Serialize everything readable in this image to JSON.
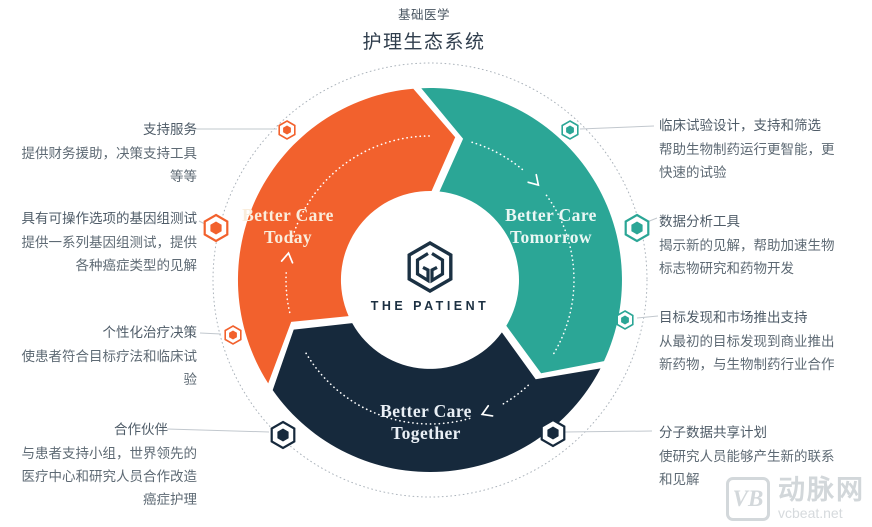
{
  "header": {
    "subtitle": "基础医学",
    "title": "护理生态系统"
  },
  "colors": {
    "orange": "#F2612D",
    "teal": "#2BA696",
    "navy": "#16293C",
    "dotted_circle": "#aab2ba",
    "leader_line": "#c2c8ce",
    "flow_arrow": "#ffffff"
  },
  "diagram": {
    "center": {
      "label": "THE PATIENT",
      "logo": "hexagon-cube-logo",
      "logo_color": "#1b3143"
    },
    "segments": [
      {
        "id": "today",
        "label_line1": "Better Care",
        "label_line2": "Today",
        "color": "#F2612D",
        "text_color": "#FAEDDC"
      },
      {
        "id": "tomorrow",
        "label_line1": "Better Care",
        "label_line2": "Tomorrow",
        "color": "#2BA696",
        "text_color": "#EAF7F4"
      },
      {
        "id": "together",
        "label_line1": "Better Care",
        "label_line2": "Together",
        "color": "#16293C",
        "text_color": "#E9EFF5"
      }
    ]
  },
  "callouts": {
    "left": [
      {
        "title": "支持服务",
        "desc": "提供财务援助，决策支持工具等等",
        "marker_color": "#F2612D",
        "marker_size": "small"
      },
      {
        "title": "具有可操作选项的基因组测试",
        "desc": "提供一系列基因组测试，提供各种癌症类型的见解",
        "marker_color": "#F2612D",
        "marker_size": "large"
      },
      {
        "title": "个性化治疗决策",
        "desc": "使患者符合目标疗法和临床试验",
        "marker_color": "#F2612D",
        "marker_size": "small"
      },
      {
        "title": "合作伙伴",
        "desc": "与患者支持小组，世界领先的医疗中心和研究人员合作改造癌症护理",
        "marker_color": "#16293C",
        "marker_size": "large"
      }
    ],
    "right": [
      {
        "title": "临床试验设计，支持和筛选",
        "desc": "帮助生物制药运行更智能，更快速的试验",
        "marker_color": "#2BA696",
        "marker_size": "small"
      },
      {
        "title": "数据分析工具",
        "desc": "揭示新的见解，帮助加速生物标志物研究和药物开发",
        "marker_color": "#2BA696",
        "marker_size": "large"
      },
      {
        "title": "目标发现和市场推出支持",
        "desc": "从最初的目标发现到商业推出新药物，与生物制药行业合作",
        "marker_color": "#2BA696",
        "marker_size": "small"
      },
      {
        "title": "分子数据共享计划",
        "desc": "使研究人员能够产生新的联系和见解",
        "marker_color": "#16293C",
        "marker_size": "large"
      }
    ]
  },
  "watermark": {
    "logo_text": "VB",
    "name": "动脉网",
    "domain": "vcbeat.net"
  }
}
